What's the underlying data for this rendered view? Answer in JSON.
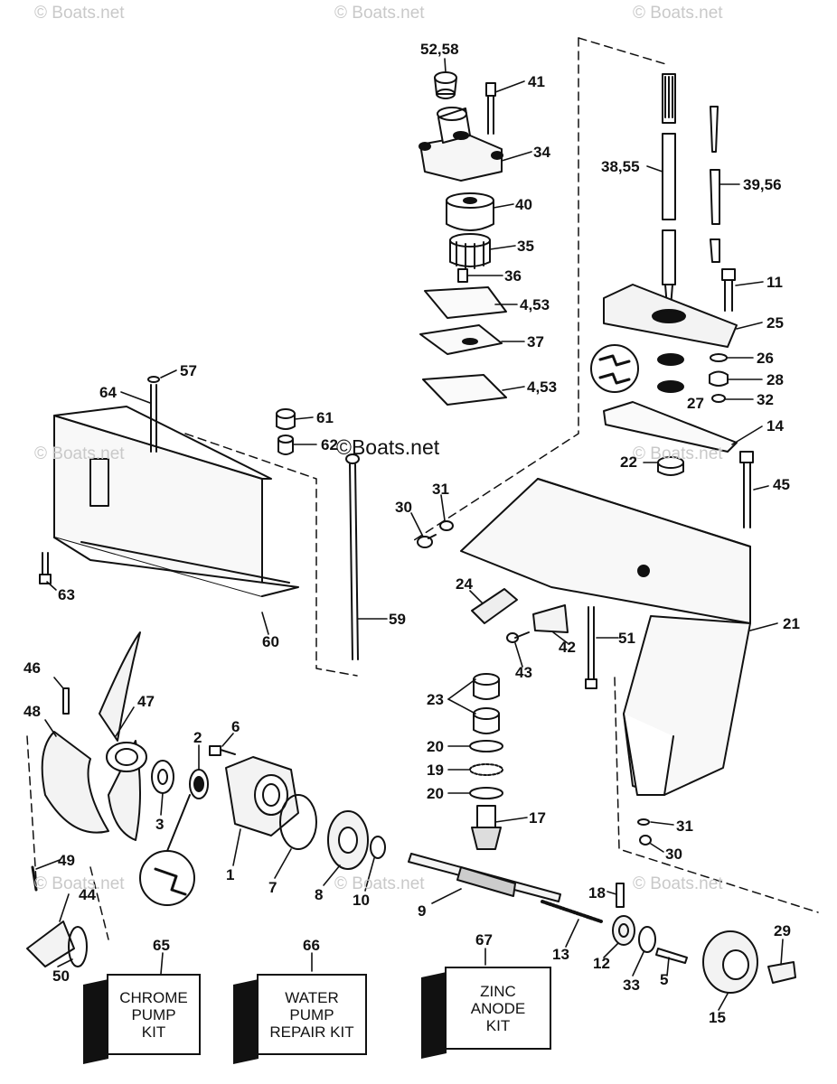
{
  "watermarks": {
    "text": "© Boats.net",
    "center_text": "©Boats.net"
  },
  "callouts": {
    "c52_58": "52,58",
    "c41": "41",
    "c34": "34",
    "c40": "40",
    "c35": "35",
    "c36": "36",
    "c4_53a": "4,53",
    "c37": "37",
    "c4_53b": "4,53",
    "c38_55": "38,55",
    "c39_56": "39,56",
    "c11": "11",
    "c25": "25",
    "c26": "26",
    "c28": "28",
    "c27": "27",
    "c32": "32",
    "c14": "14",
    "c22": "22",
    "c45": "45",
    "c57": "57",
    "c64": "64",
    "c61": "61",
    "c62": "62",
    "c63": "63",
    "c60": "60",
    "c59": "59",
    "c30a": "30",
    "c31a": "31",
    "c24": "24",
    "c42": "42",
    "c43": "43",
    "c51": "51",
    "c21": "21",
    "c23": "23",
    "c20a": "20",
    "c19": "19",
    "c20b": "20",
    "c17": "17",
    "c31b": "31",
    "c30b": "30",
    "c46": "46",
    "c47": "47",
    "c48": "48",
    "c2": "2",
    "c6": "6",
    "c3": "3",
    "c1": "1",
    "c7": "7",
    "c8": "8",
    "c10": "10",
    "c9": "9",
    "c49": "49",
    "c44": "44",
    "c50": "50",
    "c18": "18",
    "c13": "13",
    "c12": "12",
    "c33": "33",
    "c5": "5",
    "c29": "29",
    "c15": "15",
    "c65": "65",
    "c66": "66",
    "c67": "67"
  },
  "kits": {
    "chrome": "CHROME\nPUMP\nKIT",
    "water": "WATER\nPUMP\nREPAIR KIT",
    "zinc": "ZINC\nANODE\nKIT"
  }
}
